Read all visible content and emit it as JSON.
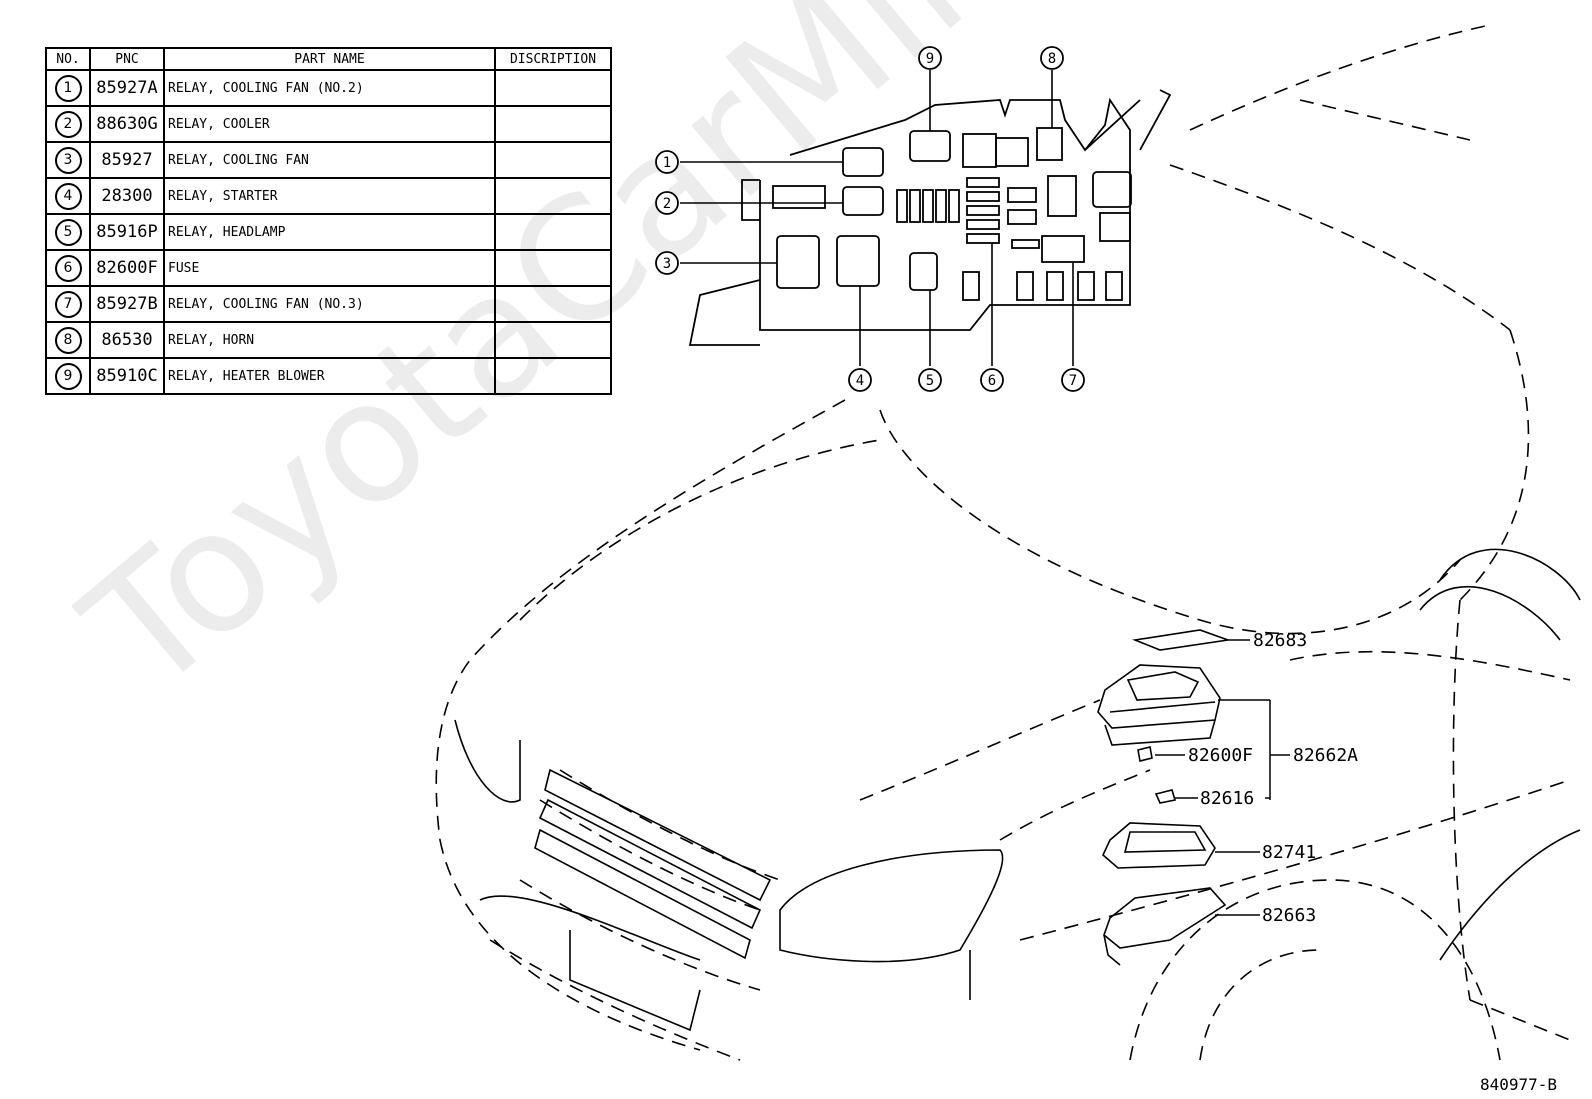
{
  "table": {
    "headers": {
      "no": "NO.",
      "pnc": "PNC",
      "part_name": "PART NAME",
      "description": "DISCRIPTION"
    },
    "rows": [
      {
        "no": "1",
        "pnc": "85927A",
        "name": "RELAY, COOLING FAN (NO.2)",
        "desc": ""
      },
      {
        "no": "2",
        "pnc": "88630G",
        "name": "RELAY, COOLER",
        "desc": ""
      },
      {
        "no": "3",
        "pnc": "85927",
        "name": "RELAY, COOLING FAN",
        "desc": ""
      },
      {
        "no": "4",
        "pnc": "28300",
        "name": "RELAY, STARTER",
        "desc": ""
      },
      {
        "no": "5",
        "pnc": "85916P",
        "name": "RELAY, HEADLAMP",
        "desc": ""
      },
      {
        "no": "6",
        "pnc": "82600F",
        "name": "FUSE",
        "desc": ""
      },
      {
        "no": "7",
        "pnc": "85927B",
        "name": "RELAY, COOLING FAN (NO.3)",
        "desc": ""
      },
      {
        "no": "8",
        "pnc": "86530",
        "name": "RELAY, HORN",
        "desc": ""
      },
      {
        "no": "9",
        "pnc": "85910C",
        "name": "RELAY, HEATER BLOWER",
        "desc": ""
      }
    ]
  },
  "relay_box_callouts": [
    "1",
    "2",
    "3",
    "4",
    "5",
    "6",
    "7",
    "8",
    "9"
  ],
  "part_labels": {
    "p82683": "82683",
    "p82600F": "82600F",
    "p82662A": "82662A",
    "p82616": "82616",
    "p82741": "82741",
    "p82663": "82663"
  },
  "drawing_number": "840977-B",
  "watermark": "ToyotaCarMine.ru"
}
